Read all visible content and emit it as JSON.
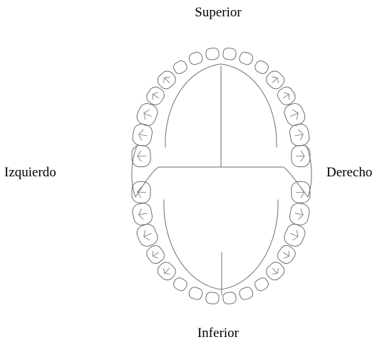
{
  "labels": {
    "top": "Superior",
    "bottom": "Inferior",
    "left": "Izquierdo",
    "right": "Derecho"
  },
  "colors": {
    "line": "#6e6e6e",
    "background": "#ffffff"
  }
}
